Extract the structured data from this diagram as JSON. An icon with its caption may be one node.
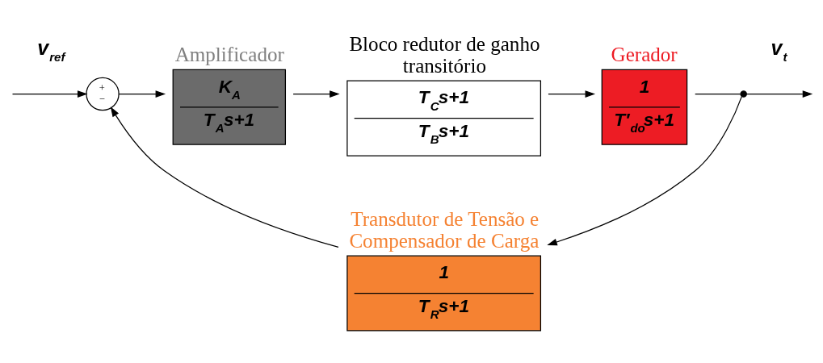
{
  "diagram": {
    "nodes": [
      {
        "text": [
          "+",
          "−"
        ]
      },
      {
        "text": [
          "Amplificador",
          "K$_{A}$",
          "T$_{A}$s+1"
        ]
      },
      {
        "text": [
          "Bloco redutor de ganho transitório",
          "T$_{C}$s+1",
          "T$_{B}$s+1"
        ]
      },
      {
        "text": [
          "Gerador",
          "1",
          "T′$_{do}$s+1"
        ]
      },
      {
        "text": [
          "Transdutor de Tensão e Compensador de Carga",
          "1",
          "T$_{R}$s+1"
        ]
      },
      {
        "text": [],
        "shape": "circle"
      }
    ],
    "edges": [
      {
        "from": null,
        "to": 0,
        "arrow": "to",
        "label": "v$_{ref}$"
      },
      {
        "from": 0,
        "to": 1,
        "arrow": "to"
      },
      {
        "from": 1,
        "to": 2,
        "arrow": "to"
      },
      {
        "from": 2,
        "to": 3,
        "arrow": "to"
      },
      {
        "from": 3,
        "to": 5,
        "arrow": "none"
      },
      {
        "from": 5,
        "to": null,
        "arrow": "to",
        "label": "v$_{t}$"
      },
      {
        "from": 5,
        "to": 4,
        "arrow": "to"
      },
      {
        "from": 4,
        "to": 0,
        "arrow": "to"
      }
    ]
  }
}
